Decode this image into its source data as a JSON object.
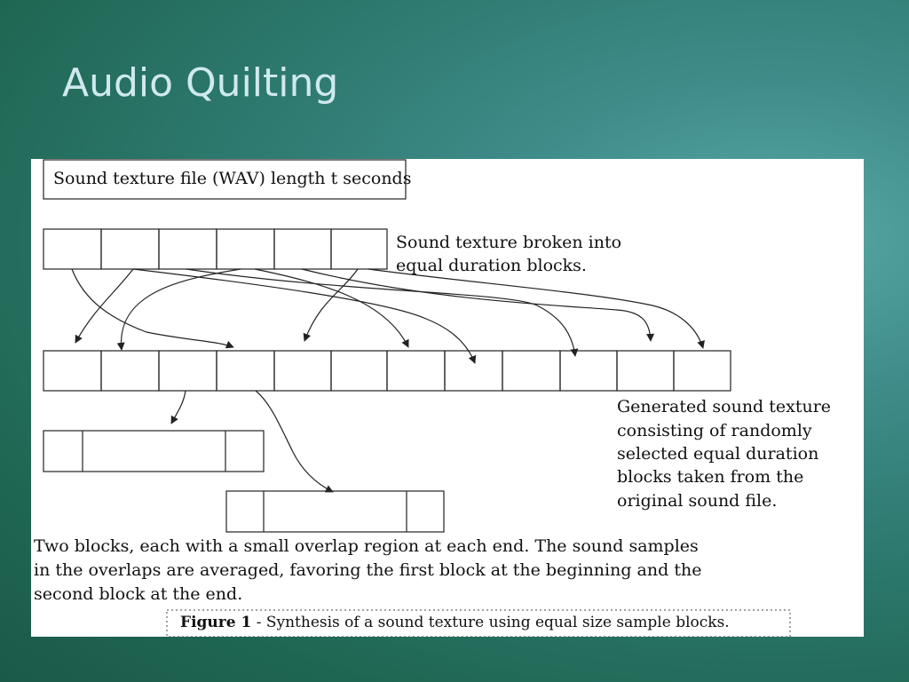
{
  "slide": {
    "title": "Audio Quilting"
  },
  "figure": {
    "header_box": "Sound texture file (WAV) length t seconds",
    "broken_label": [
      "Sound texture broken into",
      "equal duration blocks."
    ],
    "generated_label": [
      "Generated sound texture",
      "consisting of randomly",
      "selected equal duration",
      "blocks taken from the",
      "original  sound  file."
    ],
    "overlap_caption": [
      "Two blocks, each with a small overlap region at each end. The sound samples",
      "in the overlaps are averaged, favoring the first block at the beginning and the",
      "second block at the end."
    ],
    "caption_bold": "Figure 1",
    "caption_rest": " - Synthesis of a sound texture using equal size sample blocks."
  },
  "colors": {
    "line": "#333333",
    "text": "#111111",
    "figure_bg": "#ffffff",
    "title": "#cfe9ee"
  }
}
